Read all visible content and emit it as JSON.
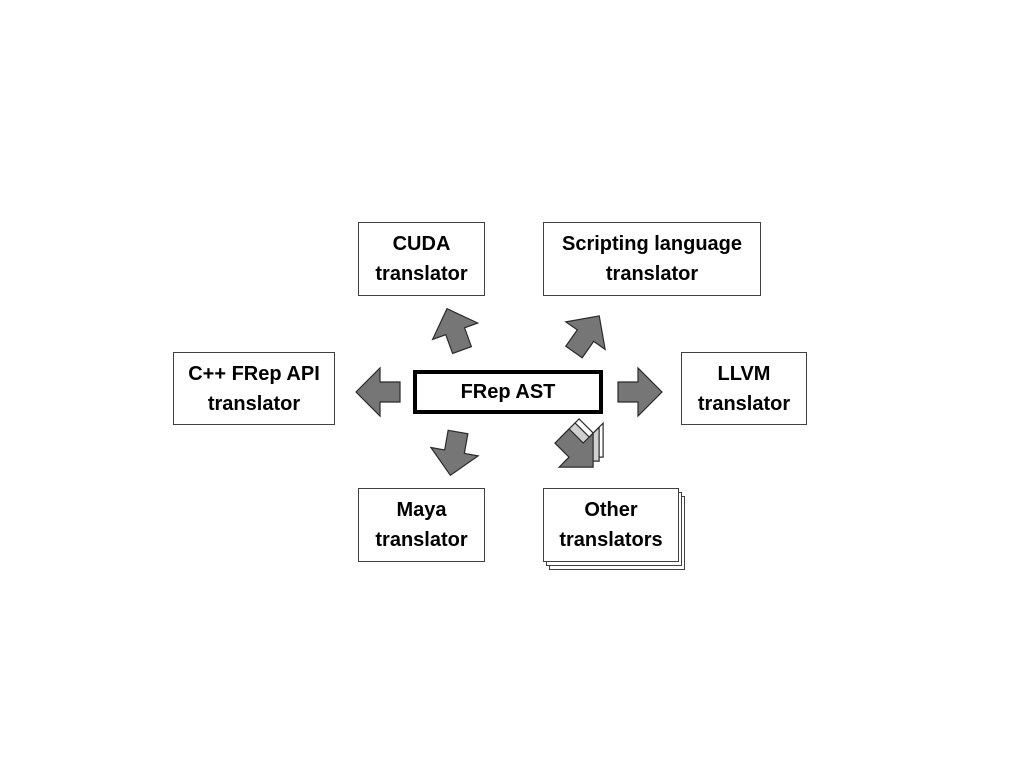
{
  "colors": {
    "arrow_fill": "#767676",
    "arrow_stroke": "#2a2a2a",
    "box_border": "#404040",
    "center_border": "#000000"
  },
  "center": {
    "label": "FRep AST"
  },
  "nodes": {
    "cuda": {
      "line1": "CUDA",
      "line2": "translator"
    },
    "scripting": {
      "line1": "Scripting language",
      "line2": "translator"
    },
    "cpp": {
      "line1": "C++ FRep API",
      "line2": "translator"
    },
    "llvm": {
      "line1": "LLVM",
      "line2": "translator"
    },
    "maya": {
      "line1": "Maya",
      "line2": "translator"
    },
    "other": {
      "line1": "Other",
      "line2": "translators"
    }
  }
}
